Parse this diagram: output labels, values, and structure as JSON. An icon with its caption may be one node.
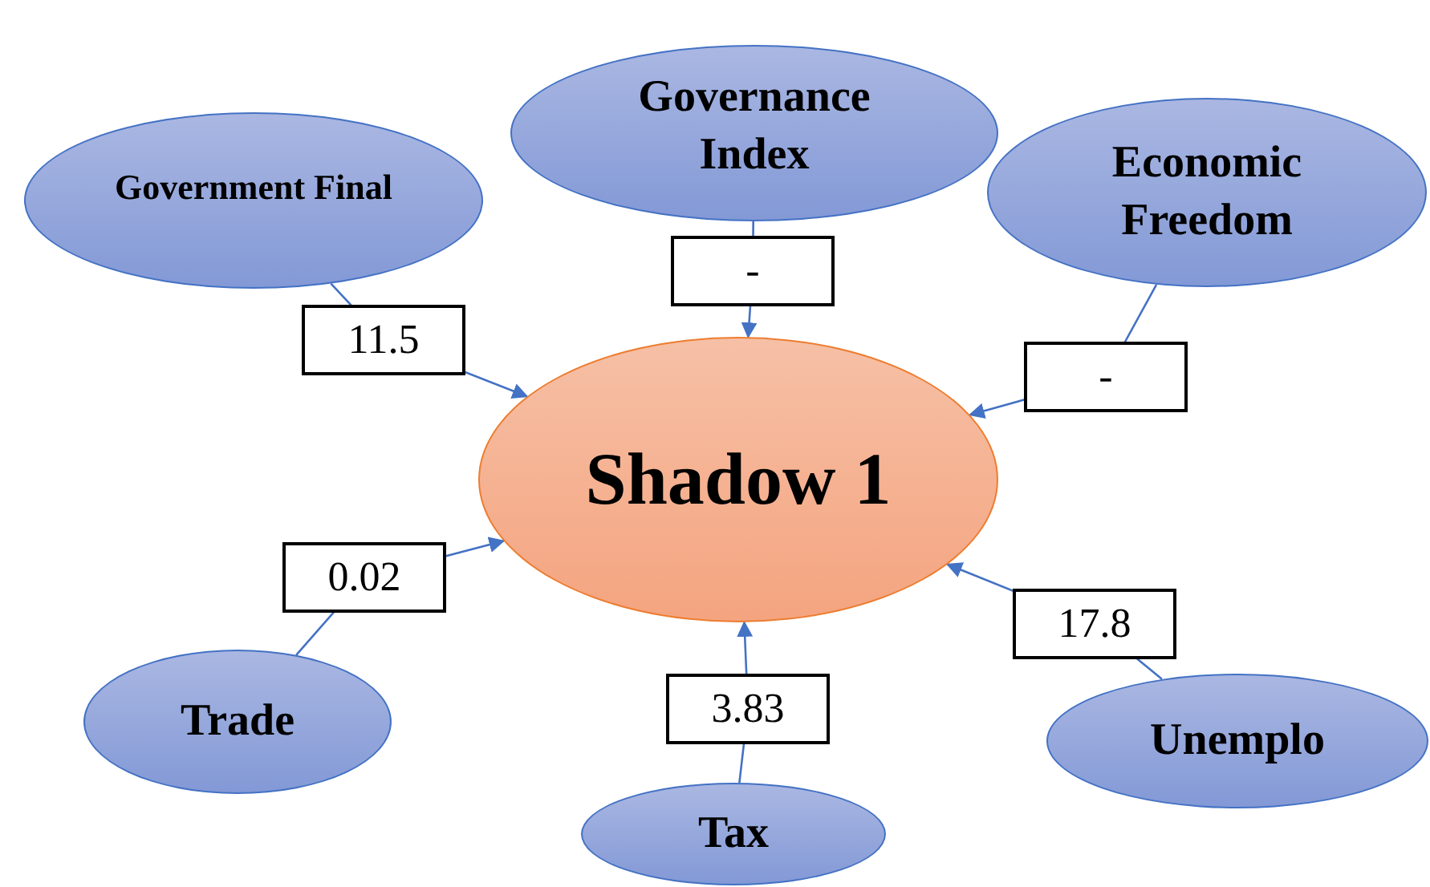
{
  "diagram": {
    "nodes": [
      {
        "text": [
          "Government Final"
        ]
      },
      {
        "text": [
          "Governance Index"
        ]
      },
      {
        "text": [
          "Economic Freedom"
        ]
      },
      {
        "text": [
          "Shadow 1"
        ]
      },
      {
        "text": [
          "Trade"
        ]
      },
      {
        "text": [
          "Tax"
        ]
      },
      {
        "text": [
          "Unemplo"
        ]
      }
    ],
    "edges": [
      {
        "from": 0,
        "to": 3,
        "arrow": "to",
        "label": "11.5"
      },
      {
        "from": 1,
        "to": 3,
        "arrow": "to",
        "label": "-"
      },
      {
        "from": 2,
        "to": 3,
        "arrow": "to",
        "label": "-"
      },
      {
        "from": 4,
        "to": 3,
        "arrow": "to",
        "label": "0.02"
      },
      {
        "from": 5,
        "to": 3,
        "arrow": "to",
        "label": "3.83"
      },
      {
        "from": 6,
        "to": 3,
        "arrow": "to",
        "label": "17.8"
      }
    ]
  }
}
